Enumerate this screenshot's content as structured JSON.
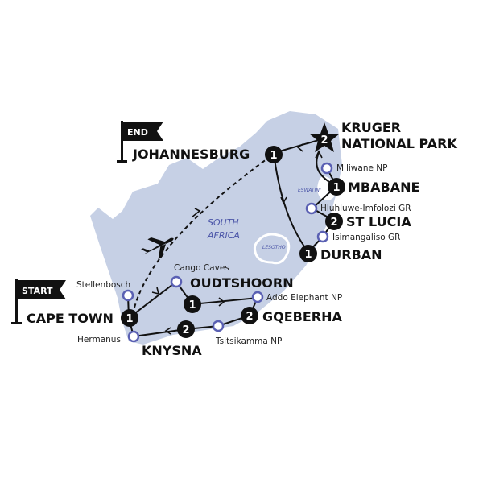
{
  "colors": {
    "land": "#c6d0e5",
    "route": "#111111",
    "stop_ring": "#5a60b3",
    "region_text": "#4b55a8"
  },
  "flags": {
    "start": "START",
    "end": "END"
  },
  "regions": {
    "country_line1": "SOUTH",
    "country_line2": "AFRICA",
    "eswatini": "ESWATINI",
    "lesotho": "LESOTHO"
  },
  "cities": [
    {
      "name": "CAPE TOWN",
      "nights": "1"
    },
    {
      "name": "OUDTSHOORN",
      "nights": "1"
    },
    {
      "name": "GQEBERHA",
      "nights": "2"
    },
    {
      "name": "KNYSNA",
      "nights": "2"
    },
    {
      "name": "JOHANNESBURG",
      "nights": "1"
    },
    {
      "name_line1": "KRUGER",
      "name_line2": "NATIONAL PARK",
      "nights": "2"
    },
    {
      "name": "MBABANE",
      "nights": "1"
    },
    {
      "name": "ST LUCIA",
      "nights": "2"
    },
    {
      "name": "DURBAN",
      "nights": "1"
    }
  ],
  "stops": [
    "Stellenbosch",
    "Cango Caves",
    "Addo Elephant NP",
    "Tsitsikamma NP",
    "Hermanus",
    "Miliwane NP",
    "Hluhluwe-Imfolozi GR",
    "Isimangaliso GR"
  ],
  "icons": {
    "plane": "plane-icon",
    "flag": "flag-icon",
    "star": "star-icon"
  }
}
